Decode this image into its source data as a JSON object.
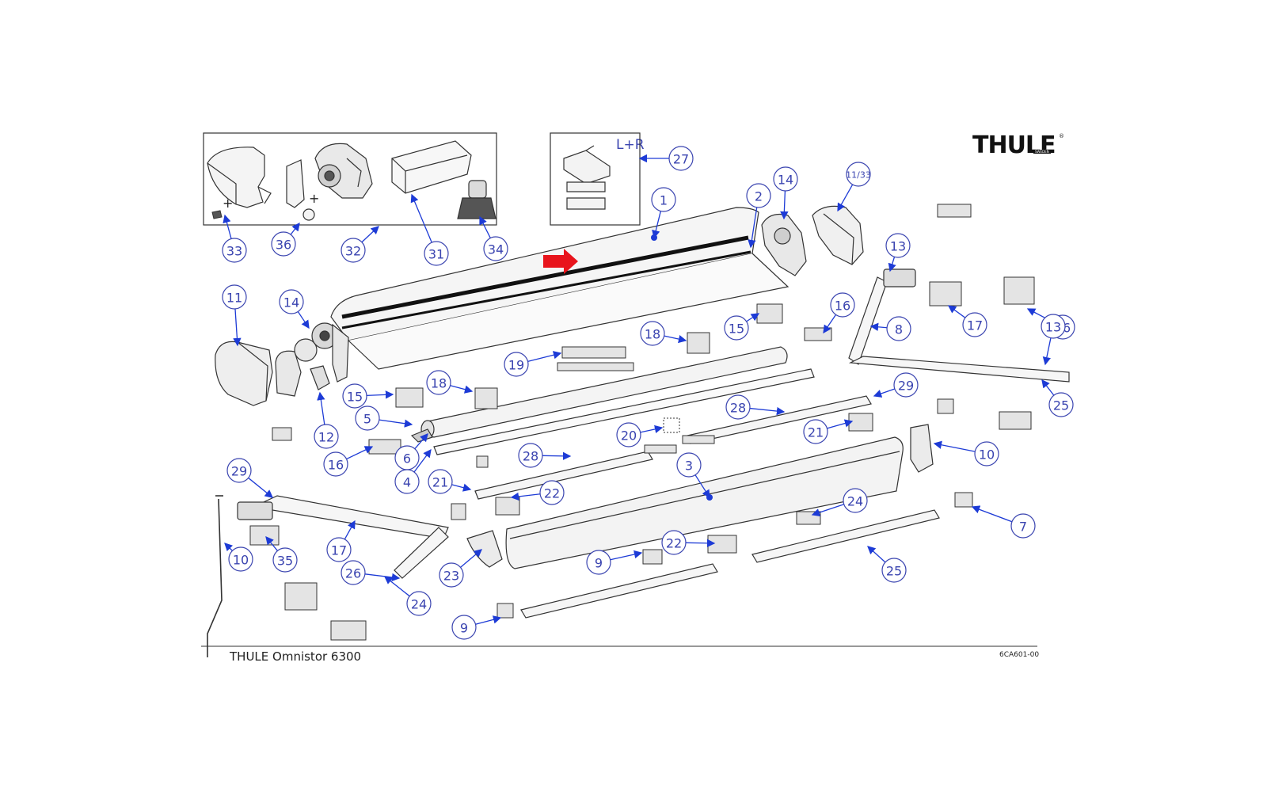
{
  "brand": {
    "name": "THULE",
    "sub": "SWEDEN",
    "reg": "®"
  },
  "footer": {
    "title": "THULE Omnistor 6300",
    "code": "6CA601-00"
  },
  "inset_note": "L+R",
  "colors": {
    "callout": "#3a44b0",
    "arrow_line": "#1d3bd6",
    "highlight_arrow": "#e8141c",
    "line_art": "#333333"
  },
  "callouts": [
    {
      "label": "1"
    },
    {
      "label": "2"
    },
    {
      "label": "14"
    },
    {
      "label": "11/33"
    },
    {
      "label": "27"
    },
    {
      "label": "33"
    },
    {
      "label": "36"
    },
    {
      "label": "32"
    },
    {
      "label": "31"
    },
    {
      "label": "34"
    },
    {
      "label": "11"
    },
    {
      "label": "14"
    },
    {
      "label": "15"
    },
    {
      "label": "16"
    },
    {
      "label": "13"
    },
    {
      "label": "8"
    },
    {
      "label": "17"
    },
    {
      "label": "26"
    },
    {
      "label": "18"
    },
    {
      "label": "19"
    },
    {
      "label": "18"
    },
    {
      "label": "15"
    },
    {
      "label": "5"
    },
    {
      "label": "12"
    },
    {
      "label": "6"
    },
    {
      "label": "16"
    },
    {
      "label": "4"
    },
    {
      "label": "29"
    },
    {
      "label": "28"
    },
    {
      "label": "21"
    },
    {
      "label": "20"
    },
    {
      "label": "10"
    },
    {
      "label": "25"
    },
    {
      "label": "3"
    },
    {
      "label": "28"
    },
    {
      "label": "13"
    },
    {
      "label": "29"
    },
    {
      "label": "21"
    },
    {
      "label": "22"
    },
    {
      "label": "24"
    },
    {
      "label": "7"
    },
    {
      "label": "17"
    },
    {
      "label": "35"
    },
    {
      "label": "10"
    },
    {
      "label": "23"
    },
    {
      "label": "22"
    },
    {
      "label": "9"
    },
    {
      "label": "26"
    },
    {
      "label": "25"
    },
    {
      "label": "24"
    },
    {
      "label": "9"
    }
  ]
}
